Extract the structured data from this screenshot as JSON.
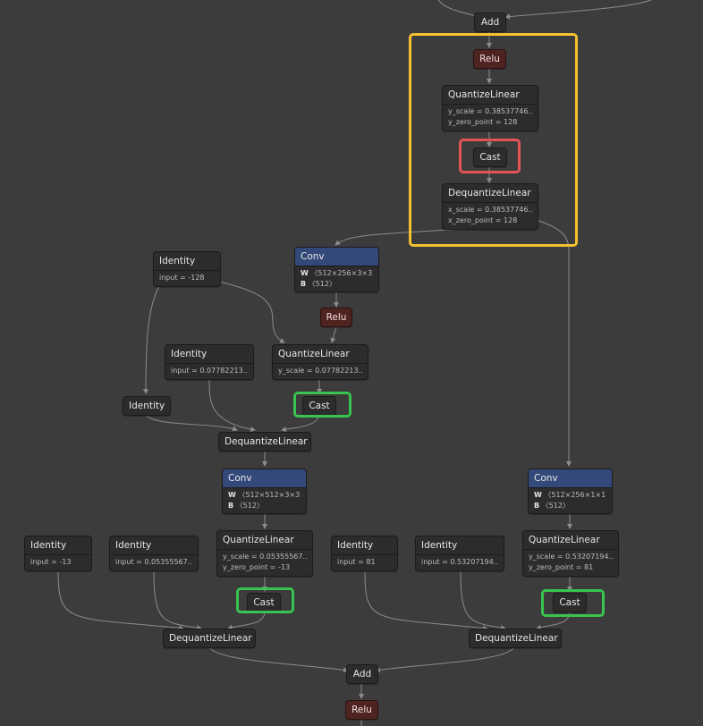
{
  "colors": {
    "background": "#3c3c3c",
    "node_fill": "#2c2c2c",
    "activation_fill": "#4f2320",
    "conv_header": "#33497a",
    "edge": "#8c8c8c",
    "highlight_yellow": "#f5c12e",
    "highlight_red": "#e45454",
    "highlight_green": "#37c44f"
  },
  "nodes": {
    "add_top": {
      "title": "Add"
    },
    "relu_1": {
      "title": "Relu"
    },
    "quantize_1": {
      "title": "QuantizeLinear",
      "attr1": "y_scale = 0.38537746...",
      "attr2": "y_zero_point = 128"
    },
    "cast_1": {
      "title": "Cast"
    },
    "dequantize_1": {
      "title": "DequantizeLinear",
      "attr1": "x_scale = 0.38537746...",
      "attr2": "x_zero_point = 128"
    },
    "identity_a": {
      "title": "Identity",
      "attr1": "input = -128"
    },
    "conv_1": {
      "title": "Conv",
      "w_label": "W",
      "w_value": "〈512×256×3×3〉",
      "b_label": "B",
      "b_value": "〈512〉"
    },
    "relu_2": {
      "title": "Relu"
    },
    "identity_b": {
      "title": "Identity",
      "attr1": "input = 0.07782213..."
    },
    "quantize_2": {
      "title": "QuantizeLinear",
      "attr1": "y_scale = 0.07782213..."
    },
    "identity_c": {
      "title": "Identity"
    },
    "cast_2": {
      "title": "Cast"
    },
    "dequantize_2": {
      "title": "DequantizeLinear"
    },
    "conv_2": {
      "title": "Conv",
      "w_label": "W",
      "w_value": "〈512×512×3×3〉",
      "b_label": "B",
      "b_value": "〈512〉"
    },
    "conv_3": {
      "title": "Conv",
      "w_label": "W",
      "w_value": "〈512×256×1×1〉",
      "b_label": "B",
      "b_value": "〈512〉"
    },
    "identity_d": {
      "title": "Identity",
      "attr1": "input = -13"
    },
    "identity_e": {
      "title": "Identity",
      "attr1": "input = 0.05355567..."
    },
    "quantize_3": {
      "title": "QuantizeLinear",
      "attr1": "y_scale = 0.05355567...",
      "attr2": "y_zero_point = -13"
    },
    "identity_f": {
      "title": "Identity",
      "attr1": "input = 81"
    },
    "identity_g": {
      "title": "Identity",
      "attr1": "input = 0.53207194..."
    },
    "quantize_4": {
      "title": "QuantizeLinear",
      "attr1": "y_scale = 0.53207194...",
      "attr2": "y_zero_point = 81"
    },
    "cast_3": {
      "title": "Cast"
    },
    "cast_4": {
      "title": "Cast"
    },
    "dequantize_3": {
      "title": "DequantizeLinear"
    },
    "dequantize_4": {
      "title": "DequantizeLinear"
    },
    "add_bottom": {
      "title": "Add"
    },
    "relu_3": {
      "title": "Relu"
    }
  }
}
